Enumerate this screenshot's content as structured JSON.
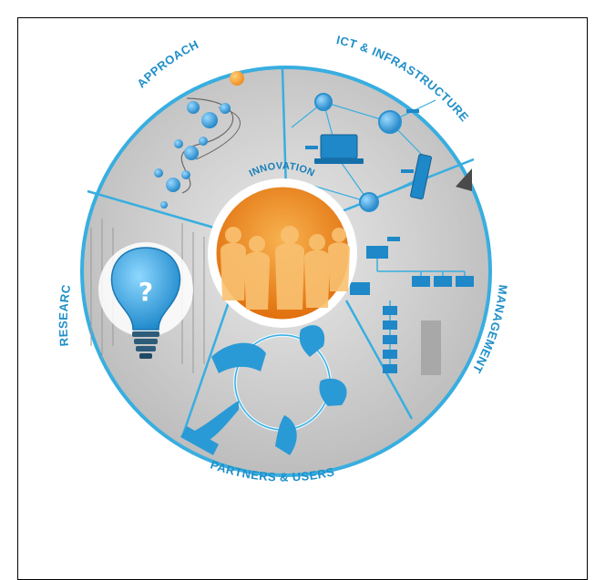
{
  "diagram": {
    "center": {
      "label": "INNOVATION",
      "icon": "people-group-icon"
    },
    "segments": [
      {
        "id": "approach",
        "label": "APPROACH",
        "icon": "molecule-helix-icon"
      },
      {
        "id": "ict",
        "label": "ICT & INFRASTRUCTURE",
        "icon": "network-devices-icon"
      },
      {
        "id": "management",
        "label": "MANAGEMENT",
        "icon": "org-chart-icon"
      },
      {
        "id": "partners",
        "label": "PARTNERS & USERS",
        "icon": "joined-hands-icon"
      },
      {
        "id": "research",
        "label": "RESEARCH",
        "icon": "lightbulb-question-icon"
      }
    ],
    "lightbulb_symbol": "?",
    "colors": {
      "ring": "#38aee0",
      "segment_fill": "#c8c8c8",
      "center": "#f08a1c",
      "label": "#1f8fc8"
    }
  }
}
